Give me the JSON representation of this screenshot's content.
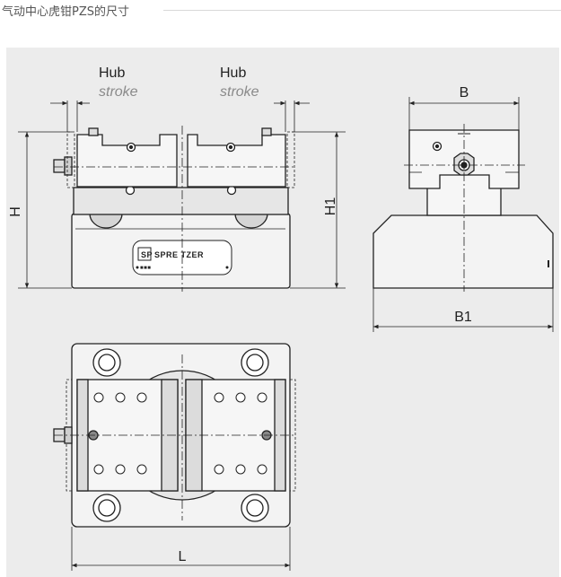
{
  "page": {
    "title": "气动中心虎钳PZS的尺寸"
  },
  "labels": {
    "hub_left": "Hub",
    "stroke_left": "stroke",
    "hub_right": "Hub",
    "stroke_right": "stroke",
    "H": "H",
    "H1": "H1",
    "B": "B",
    "B1": "B1",
    "L": "L"
  },
  "logo": {
    "mark": "SP",
    "text": "SPRE TZER",
    "plate": "■■■"
  },
  "colors": {
    "panel": "#ececec",
    "line": "#222222",
    "fill_light": "#f4f4f4",
    "fill_mid": "#dcdcdc",
    "fill_dark": "#bdbdbd"
  }
}
